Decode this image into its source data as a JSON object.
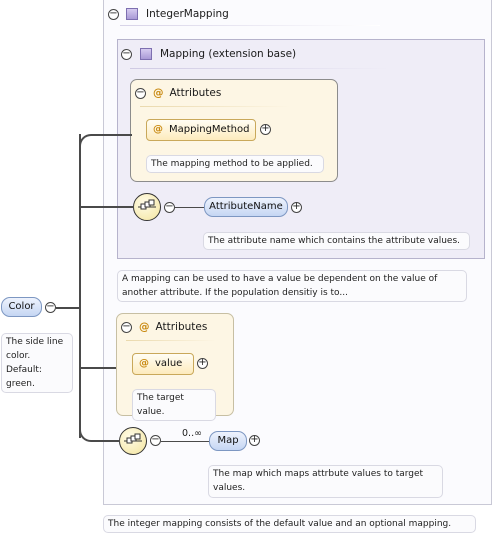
{
  "root": {
    "label": "Color",
    "toggle": "⊖",
    "annotation": [
      "The side line",
      "color.",
      "Default:",
      "green."
    ]
  },
  "integer_mapping": {
    "toggle": "⊖",
    "label": "IntegerMapping",
    "annotation": "The integer mapping consists of the default value and an optional mapping."
  },
  "mapping": {
    "toggle": "⊖",
    "label": "Mapping (extension base)",
    "attributes_title": "Attributes",
    "attribute_name": "MappingMethod",
    "attribute_annotation": "The mapping method to be applied.",
    "child_label": "AttributeName",
    "child_annotation": "The attribute name which contains the attribute values.",
    "annotation": [
      "A mapping can be used to have a value be dependent on the value of",
      "another attribute. If the population densitiy is to..."
    ]
  },
  "attributes2": {
    "title": "Attributes",
    "attribute_name": "value",
    "attribute_annotation": "The target value."
  },
  "map": {
    "label": "Map",
    "cardinality": "0..∞",
    "annotation": [
      "The map which maps attrbute values to target",
      "values."
    ]
  },
  "symbols": {
    "collapse": "⊖",
    "expand": "⊕",
    "at": "@"
  },
  "colors": {
    "element_fill": "#c5d6f3",
    "attribute_fill": "#fdebbd",
    "group_fill": "#efedf7",
    "connector": "#4a4a4a"
  }
}
